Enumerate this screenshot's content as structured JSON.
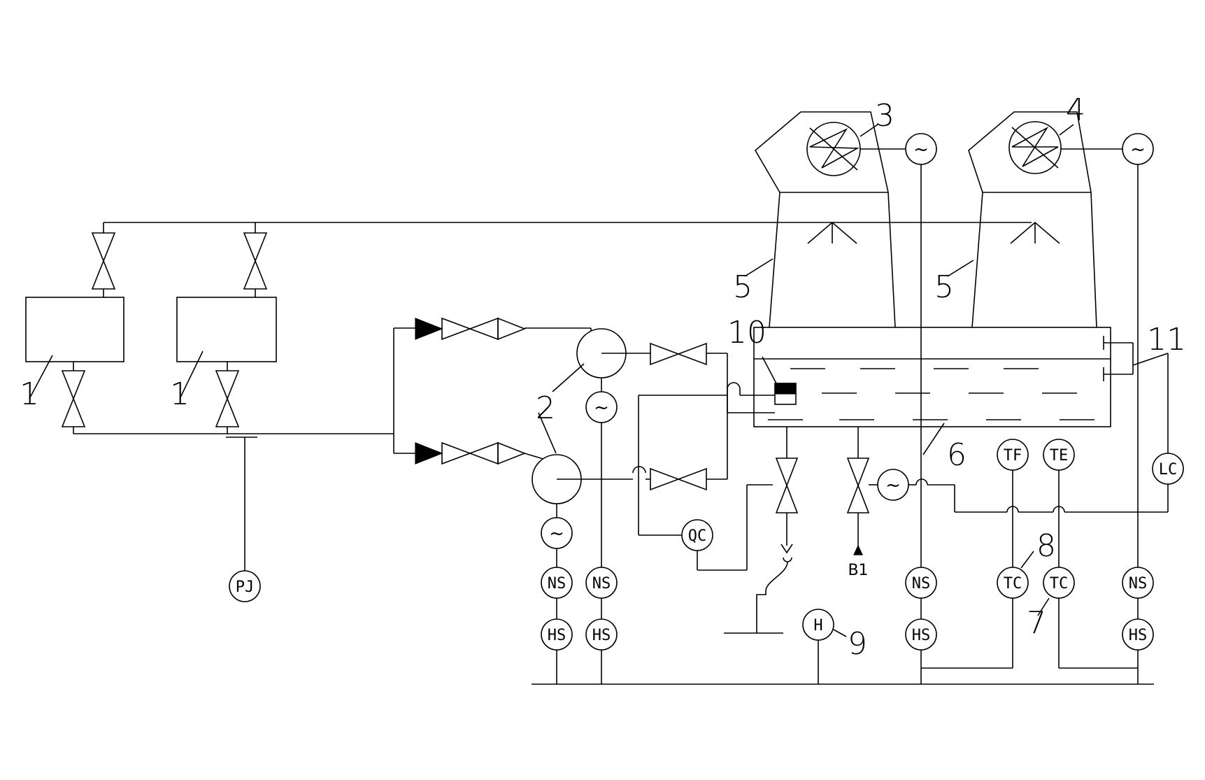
{
  "diagram": {
    "callouts": {
      "tank_a": "1",
      "tank_b": "1",
      "pump": "2",
      "fan_a": "3",
      "fan_b": "4",
      "tower_a": "5",
      "tower_b": "5",
      "basin": "6",
      "tc_lower": "7",
      "tc_upper": "8",
      "humidity": "9",
      "level_float": "10",
      "level_switch": "11"
    },
    "instruments": {
      "pj": "PJ",
      "qc": "QC",
      "tf": "TF",
      "te": "TE",
      "lc": "LC",
      "ns_1": "NS",
      "hs_1": "HS",
      "ns_2": "NS",
      "hs_2": "HS",
      "ns_3": "NS",
      "hs_3": "HS",
      "ns_4": "NS",
      "hs_4": "HS",
      "tc_1": "TC",
      "tc_2": "TC",
      "h": "H"
    },
    "drain_label": "B1",
    "motor_symbol": "~"
  }
}
